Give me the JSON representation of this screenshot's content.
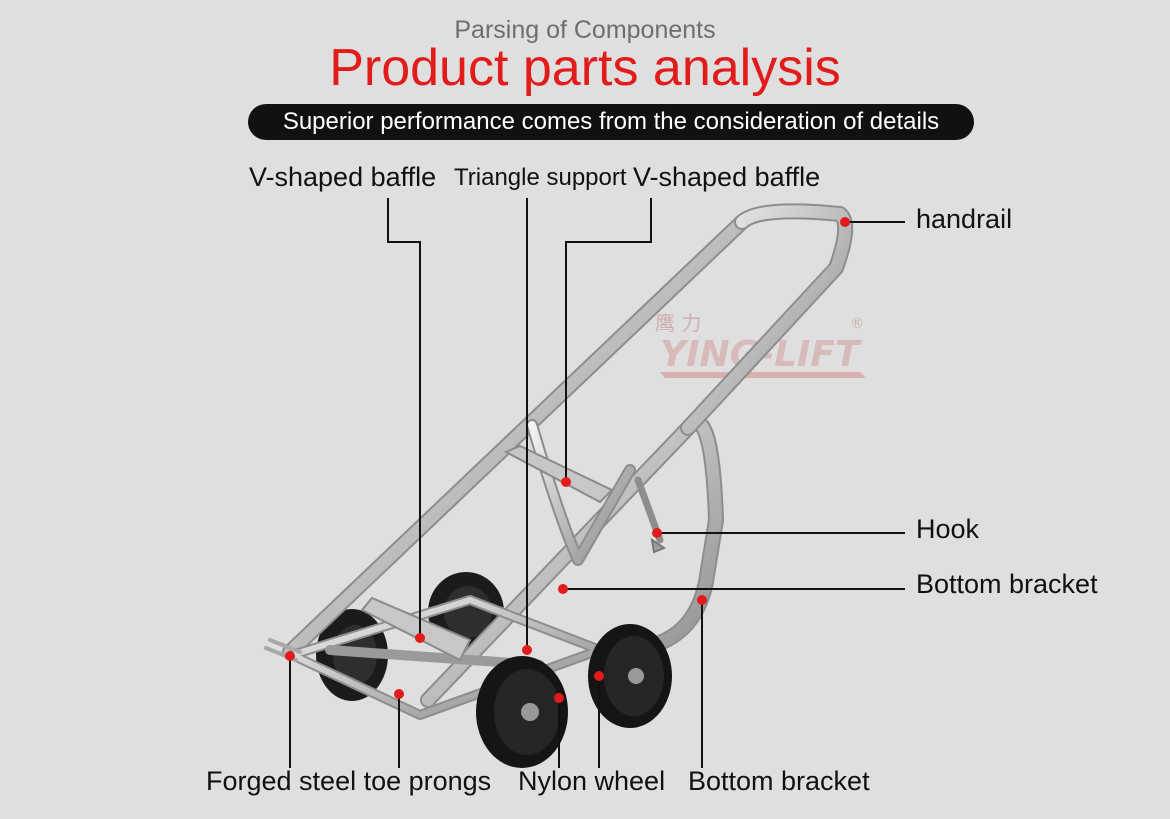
{
  "header": {
    "subtitle": "Parsing of Components",
    "title": "Product parts analysis",
    "tagline": "Superior performance comes from the consideration of details"
  },
  "watermark": {
    "brand": "YING-LIFT",
    "chinese": "鹰 力",
    "registered": "®"
  },
  "labels": {
    "v_baffle_left": "V-shaped baffle",
    "triangle_support": "Triangle support",
    "v_baffle_right": "V-shaped baffle",
    "handrail": "handrail",
    "hook": "Hook",
    "bottom_bracket_right": "Bottom bracket",
    "toe_prongs": "Forged steel toe prongs",
    "nylon_wheel": "Nylon wheel",
    "bottom_bracket_bottom": "Bottom bracket"
  },
  "colors": {
    "accent": "#e21b1b",
    "pill_bg": "#111111",
    "background": "#dfdfdf"
  }
}
